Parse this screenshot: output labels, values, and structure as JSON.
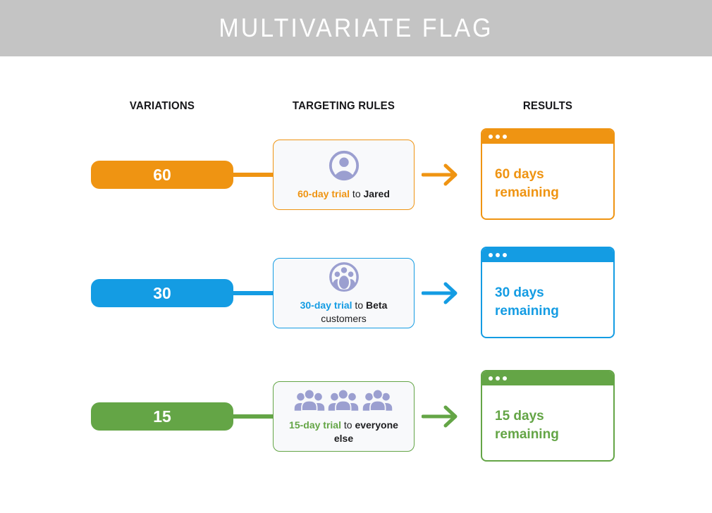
{
  "header": {
    "title": "MULTIVARIATE FLAG",
    "bg": "#C4C4C4"
  },
  "columns": {
    "variations": "VARIATIONS",
    "targeting": "TARGETING RULES",
    "results": "RESULTS"
  },
  "icon_color": "#9B9FD0",
  "card_bg": "#F8F9FB",
  "rows": [
    {
      "value": "60",
      "color": "#EF9412",
      "icon": "single-user-icon",
      "rule": {
        "segments": [
          {
            "text": "60-day trial",
            "style": "accent"
          },
          {
            "text": " to ",
            "style": "plain"
          },
          {
            "text": "Jared",
            "style": "bold"
          },
          {
            "text": "",
            "style": "plain"
          }
        ]
      },
      "result": {
        "line1": "60 days",
        "line2": "remaining"
      }
    },
    {
      "value": "30",
      "color": "#149CE3",
      "icon": "user-group-icon",
      "rule": {
        "segments": [
          {
            "text": "30-day trial",
            "style": "accent"
          },
          {
            "text": " to ",
            "style": "plain"
          },
          {
            "text": "Beta",
            "style": "bold"
          },
          {
            "text": " customers",
            "style": "plain"
          }
        ]
      },
      "result": {
        "line1": "30 days",
        "line2": "remaining"
      }
    },
    {
      "value": "15",
      "color": "#64A546",
      "icon": "crowd-icon",
      "rule": {
        "segments": [
          {
            "text": "15-day trial",
            "style": "accent"
          },
          {
            "text": " to ",
            "style": "plain"
          },
          {
            "text": "everyone else",
            "style": "bold"
          },
          {
            "text": "",
            "style": "plain"
          }
        ]
      },
      "result": {
        "line1": "15 days",
        "line2": "remaining"
      }
    }
  ]
}
